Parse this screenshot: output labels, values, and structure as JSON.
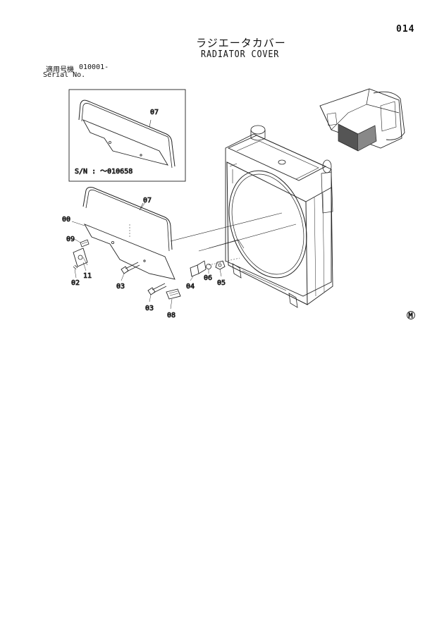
{
  "header": {
    "page_number": "014",
    "title_jp": "ラジエータカバー",
    "title_en": "RADIATOR COVER",
    "serial_label_jp": "適用号機",
    "serial_value": "010001-",
    "serial_label_en": "Serial No."
  },
  "inset": {
    "serial_note": "S/N : ～010658",
    "part_label": "07"
  },
  "parts": {
    "p07": "07",
    "p00": "00",
    "p09": "09",
    "p11": "11",
    "p02": "02",
    "p03a": "03",
    "p03b": "03",
    "p08": "08",
    "p04": "04",
    "p06": "06",
    "p05": "05"
  },
  "mark": "M"
}
